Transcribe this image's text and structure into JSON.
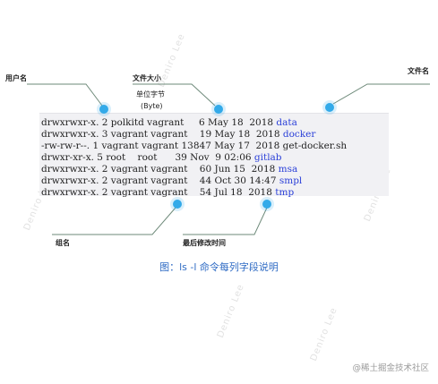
{
  "labels": {
    "user": "用户名",
    "size": "文件大小",
    "unit_line1": "单位字节",
    "unit_line2": "(Byte)",
    "filename": "文件名",
    "group": "组名",
    "modtime": "最后修改时间"
  },
  "terminal": {
    "rows": [
      {
        "prefix": "drwxrwxr-x. 2 polkitd vagrant     6 May 18  2018 ",
        "name": "data",
        "is_dir": true
      },
      {
        "prefix": "drwxrwxr-x. 3 vagrant vagrant    19 May 18  2018 ",
        "name": "docker",
        "is_dir": true
      },
      {
        "prefix": "-rw-rw-r--. 1 vagrant vagrant 13847 May 17  2018 ",
        "name": "get-docker.sh",
        "is_dir": false
      },
      {
        "prefix": "drwxr-xr-x. 5 root    root      39 Nov  9 02:06 ",
        "name": "gitlab",
        "is_dir": true
      },
      {
        "prefix": "drwxrwxr-x. 2 vagrant vagrant    60 Jun 15  2018 ",
        "name": "msa",
        "is_dir": true
      },
      {
        "prefix": "drwxrwxr-x. 2 vagrant vagrant    44 Oct 30 14:47 ",
        "name": "smpl",
        "is_dir": true
      },
      {
        "prefix": "drwxrwxr-x. 2 vagrant vagrant    54 Jul 18  2018 ",
        "name": "tmp",
        "is_dir": true
      }
    ]
  },
  "caption": "图：ls -l 命令每列字段说明",
  "watermark": "Deniro Lee",
  "footer": "@稀土掘金技术社区",
  "colors": {
    "accent": "#2f6bc4",
    "dir": "#2a3fd8",
    "leader": "#6e8a7a",
    "dot": "#2aa7e8"
  }
}
